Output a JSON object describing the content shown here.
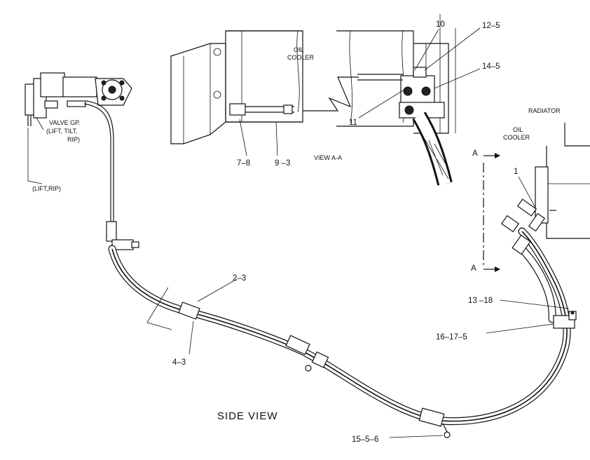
{
  "labels": {
    "view_section": "VIEW A-A",
    "side_view": "SIDE VIEW",
    "oil_cooler_top_1": "OIL",
    "oil_cooler_top_2": "COOLER",
    "oil_cooler_right_1": "OIL",
    "oil_cooler_right_2": "COOLER",
    "radiator": "RADIATOR",
    "valve_gp_1": "VALVE GP.",
    "valve_gp_2": "(LIFT, TILT,",
    "valve_gp_3": "RIP)",
    "lift_rip": "(LIFT,RIP)",
    "section_mark_top": "A",
    "section_mark_bottom": "A"
  },
  "callouts": {
    "c10": "10",
    "c12_5": "12–5",
    "c14_5": "14–5",
    "c11": "11",
    "c7_8": "7–8",
    "c9_3": "9 –3",
    "c1": "1",
    "c2_3": "2–3",
    "c4_3": "4–3",
    "c13_18": "13 –18",
    "c16_17_5": "16–17–5",
    "c15_5_6": "15–5–6"
  }
}
